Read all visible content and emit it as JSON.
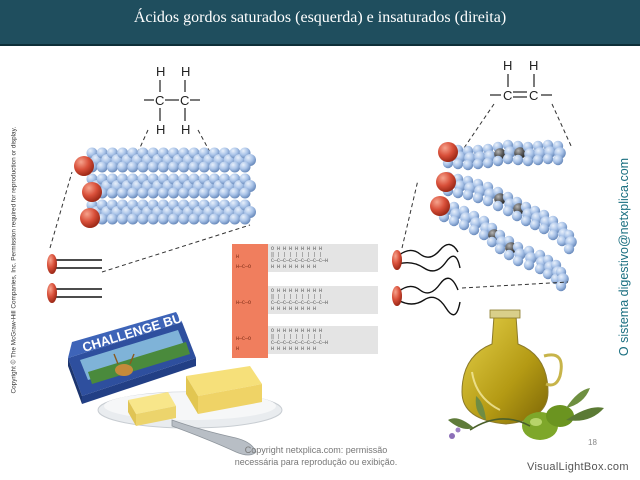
{
  "header": {
    "title": "Ácidos gordos saturados (esquerda) e insaturados (direita)"
  },
  "copyright_vertical": "Copyright © The McGraw-Hill Companies, Inc. Permission required for reproduction or display.",
  "side_brand": "O sistema digestivo@netxplica.com",
  "footer": {
    "line1": "Copyright netxplica.com: permissão",
    "line2": "necessária para reprodução ou exibição."
  },
  "page_number": "18",
  "watermark": "VisualLightBox.com",
  "saturated_structure": {
    "h_top_1": "H",
    "h_top_2": "H",
    "h_bottom_1": "H",
    "h_bottom_2": "H",
    "c1": "C",
    "c2": "C"
  },
  "unsaturated_structure": {
    "h1": "H",
    "h2": "H",
    "c1": "C",
    "c2": "C",
    "bond": "="
  },
  "butter_label": "CHALLENGE BUTTER",
  "formula_rows": [
    {
      "top": "O  H  H  H  H  H  H  H  H",
      "mid": "‖  |  |  |  |  |  |  |  |",
      "chain": "C—C—C—C—C—C—C—C—C—H",
      "bottom": "   H  H  H  H  H  H  H  H"
    },
    {
      "top": "O  H  H  H  H  H  H  H  H",
      "mid": "‖  |  |  |  |  |  |  |  |",
      "chain": "C—C—C—C—C—C—C—C—C—H",
      "bottom": "   H  H  H  H  H  H  H  H"
    },
    {
      "top": "O  H  H  H  H  H  H  H  H",
      "mid": "‖  |  |  |  |  |  |  |  |",
      "chain": "C—C—C—C—C—C—C—C—C—H",
      "bottom": "   H  H  H  H  H  H  H  H"
    }
  ],
  "glycerol_rows": [
    {
      "top": "H",
      "mid": "H—C—O",
      "bottom": ""
    },
    {
      "top": "",
      "mid": "H—C—O",
      "bottom": ""
    },
    {
      "top": "",
      "mid": "H—C—O",
      "bottom": "H"
    }
  ],
  "colors": {
    "title_bar": "#1f4e5e",
    "atom_blue": "#a9c3e8",
    "atom_red": "#d9503a",
    "atom_gray": "#5c5c5c",
    "glycerol": "#f07e5e",
    "brand_text": "#1a6f80"
  }
}
